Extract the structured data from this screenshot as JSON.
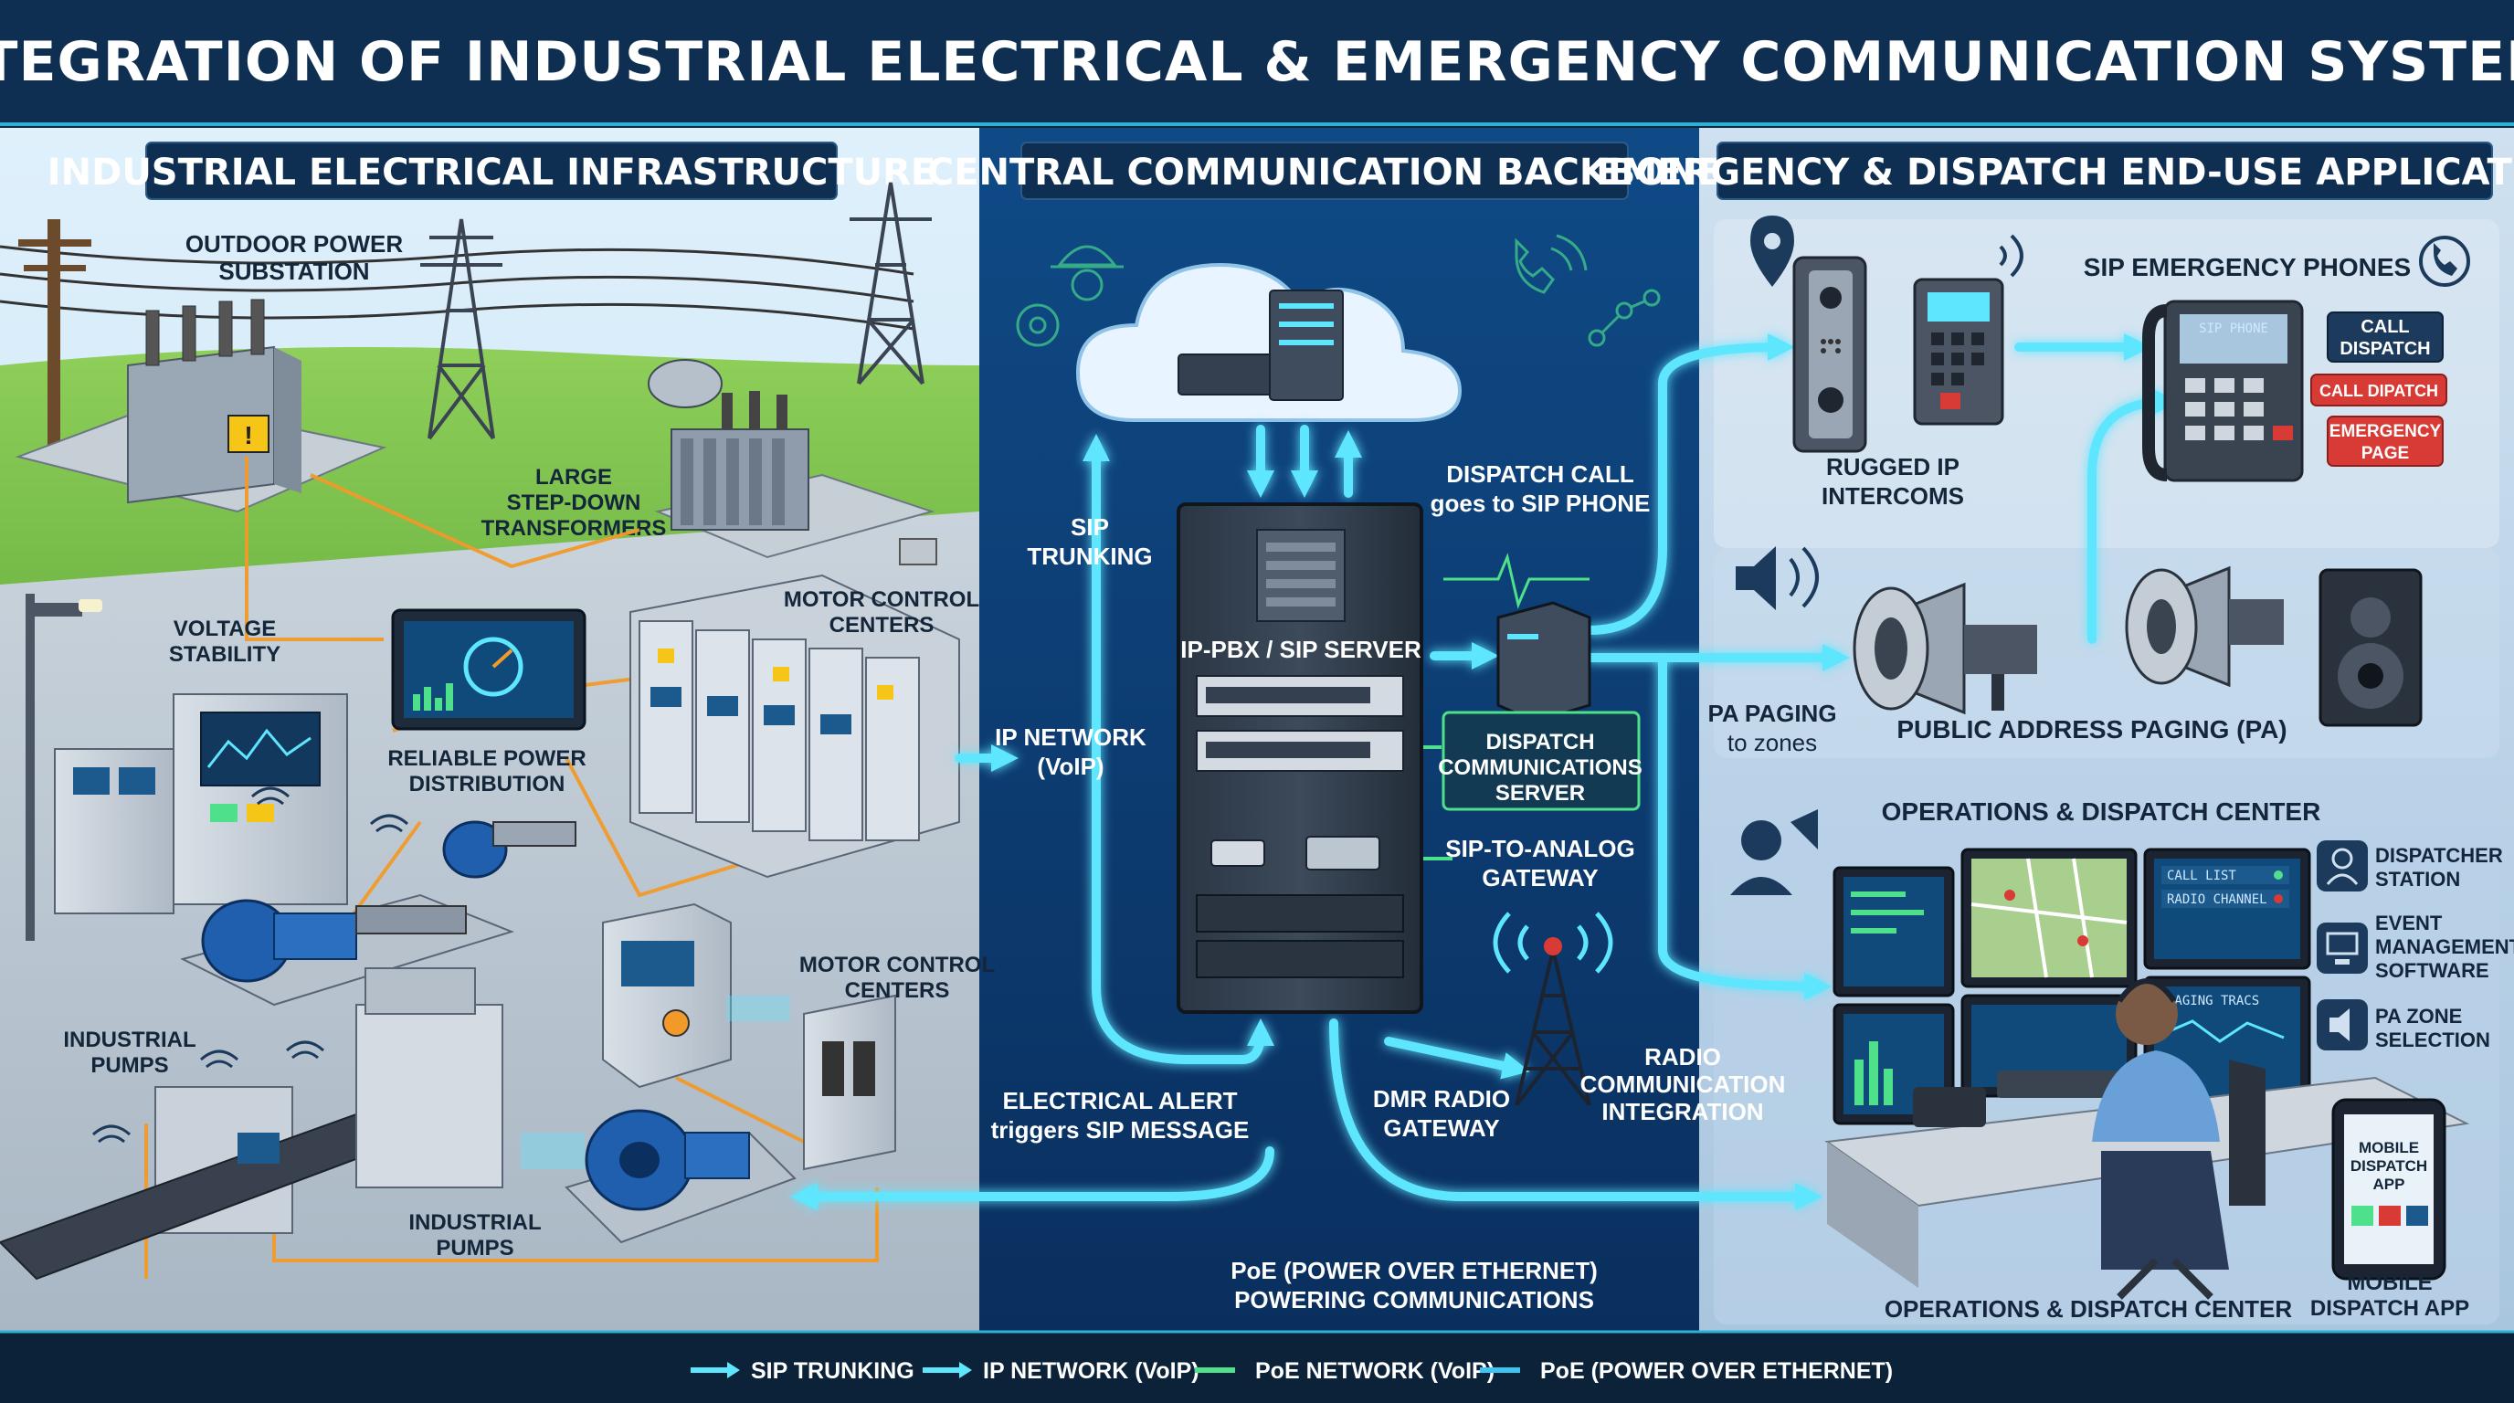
{
  "title": "INTEGRATION OF INDUSTRIAL ELECTRICAL & EMERGENCY COMMUNICATION SYSTEMS",
  "colors": {
    "flow": "#5fe6ff",
    "power": "#f19a2a",
    "poe": "#4ee08a",
    "alert": "#d83a35",
    "header_bg": "#0f2f52"
  },
  "sections": {
    "left": "INDUSTRIAL ELECTRICAL INFRASTRUCTURE",
    "center": "CENTRAL COMMUNICATION BACKBONE",
    "right": "EMERGENCY & DISPATCH END-USE APPLICATIONS"
  },
  "left": {
    "substation": [
      "OUTDOOR POWER",
      "SUBSTATION"
    ],
    "transformers": [
      "LARGE",
      "STEP-DOWN",
      "TRANSFORMERS"
    ],
    "voltage": [
      "VOLTAGE",
      "STABILITY"
    ],
    "distribution": [
      "RELIABLE POWER",
      "DISTRIBUTION"
    ],
    "mcc_top": [
      "MOTOR CONTROL",
      "CENTERS"
    ],
    "mcc_bottom": [
      "MOTOR CONTROL",
      "CENTERS"
    ],
    "pumps_left": [
      "INDUSTRIAL",
      "PUMPS"
    ],
    "pumps_bottom": [
      "INDUSTRIAL",
      "PUMPS"
    ]
  },
  "center": {
    "sip_trunking": [
      "SIP",
      "TRUNKING"
    ],
    "ip_network": [
      "IP NETWORK",
      "(VoIP)"
    ],
    "pbx": "IP-PBX / SIP SERVER",
    "dispatch_call": [
      "DISPATCH CALL",
      "goes to SIP PHONE"
    ],
    "dcs": [
      "DISPATCH",
      "COMMUNICATIONS",
      "SERVER"
    ],
    "gateway": [
      "SIP-TO-ANALOG",
      "GATEWAY"
    ],
    "alert": [
      "ELECTRICAL ALERT",
      "triggers SIP MESSAGE"
    ],
    "dmr": [
      "DMR RADIO",
      "GATEWAY"
    ],
    "radio": [
      "RADIO",
      "COMMUNICATION",
      "INTEGRATION"
    ],
    "poe": [
      "PoE (POWER OVER ETHERNET)",
      "POWERING COMMUNICATIONS"
    ]
  },
  "right": {
    "sip_phones": "SIP EMERGENCY PHONES",
    "call_dispatch": [
      "CALL",
      "DISPATCH"
    ],
    "call_dipatch": "CALL DIPATCH",
    "emergency_page": [
      "EMERGENCY",
      "PAGE"
    ],
    "intercoms": [
      "RUGGED IP",
      "INTERCOMS"
    ],
    "pa_paging": [
      "PA PAGING",
      "to zones"
    ],
    "pa_title": "PUBLIC ADDRESS PAGING (PA)",
    "ops_title": "OPERATIONS & DISPATCH CENTER",
    "dispatcher": [
      "DISPATCHER",
      "STATION"
    ],
    "event": [
      "EVENT",
      "MANAGEMENT",
      "SOFTWARE"
    ],
    "pa_zone": [
      "PA ZONE",
      "SELECTION"
    ],
    "mobile_screen": [
      "MOBILE",
      "DISPATCH",
      "APP"
    ],
    "ops_bottom": "OPERATIONS & DISPATCH CENTER",
    "mobile_bottom": [
      "MOBILE",
      "DISPATCH APP"
    ],
    "screen_call_list": "CALL LIST",
    "screen_radio": "RADIO CHANNEL",
    "screen_paging": "PAGING TRACS"
  },
  "legend": [
    {
      "label": "SIP TRUNKING",
      "color": "#5fe6ff",
      "style": "arrow"
    },
    {
      "label": "IP NETWORK (VoIP)",
      "color": "#5fe6ff",
      "style": "arrow"
    },
    {
      "label": "PoE NETWORK (VoIP)",
      "color": "#4ee08a",
      "style": "line"
    },
    {
      "label": "PoE (POWER OVER ETHERNET)",
      "color": "#3fc4f2",
      "style": "line"
    }
  ]
}
